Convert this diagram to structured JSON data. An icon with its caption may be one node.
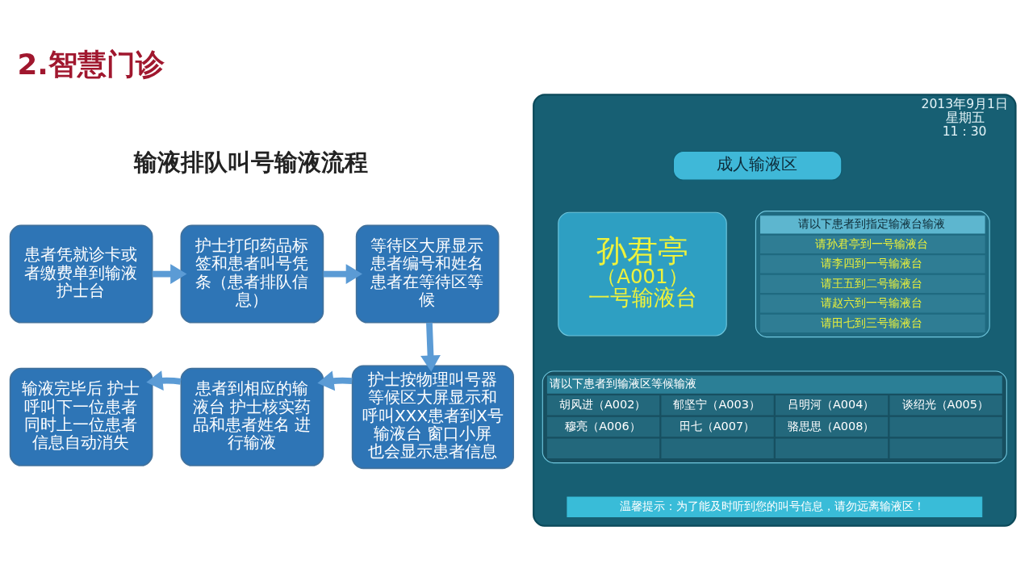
{
  "diagram": {
    "title": "2.智慧门诊",
    "nodes": [
      {
        "text": [
          "2013年9月1日",
          "星期五",
          "11 : 30"
        ]
      },
      {
        "text": [
          "成人输液区"
        ],
        "in": 0
      },
      {
        "text": [
          "孙君亭",
          "（A001）",
          "一号输液台"
        ],
        "in": 0
      },
      {
        "text": [
          "请以下患者到指定输液台输液",
          "请孙君亭到一号输液台",
          "请李四到一号输液台",
          "请王五到二号输液台",
          "请赵六到一号输液台",
          "请田七到三号输液台"
        ],
        "in": 0
      },
      {
        "text": [
          "请以下患者到输液区等候输液",
          "胡风进（A002）",
          "郁坚宁（A003）",
          "吕明河（A004）",
          "谈绍光（A005）",
          "穆亮（A006）",
          "田七（A007）",
          "骆思思（A008）"
        ],
        "in": 0
      },
      {
        "text": [
          "温馨提示：为了能及时听到您的叫号信息，请勿远离输液区！"
        ],
        "in": 0
      },
      {
        "text": [
          "患者凭就诊卡或者缴费单到输液护士台"
        ]
      },
      {
        "text": [
          "护士打印药品标签和患者叫号凭条（患者排队信息）"
        ]
      },
      {
        "text": [
          "等待区大屏显示患者编号和姓名患者在等待区等候"
        ]
      },
      {
        "text": [
          "护士按物理叫号器等候区大屏显示和呼叫XXX患者到X号输液台 窗口小屏也会显示患者信息"
        ]
      },
      {
        "text": [
          "患者到相应的输液台 护士核实药品和患者姓名 进行输液"
        ]
      },
      {
        "text": [
          "输液完毕后 护士呼叫下一位患者同时上一位患者信息自动消失"
        ]
      }
    ],
    "edges": [
      {
        "from": 6,
        "to": 7,
        "arrow": "to"
      },
      {
        "from": 7,
        "to": 8,
        "arrow": "to"
      },
      {
        "from": 8,
        "to": 9,
        "arrow": "to"
      },
      {
        "from": 9,
        "to": 10,
        "arrow": "to"
      },
      {
        "from": 10,
        "to": 11,
        "arrow": "to"
      }
    ],
    "labels": [
      "输液排队叫号输液流程"
    ]
  }
}
